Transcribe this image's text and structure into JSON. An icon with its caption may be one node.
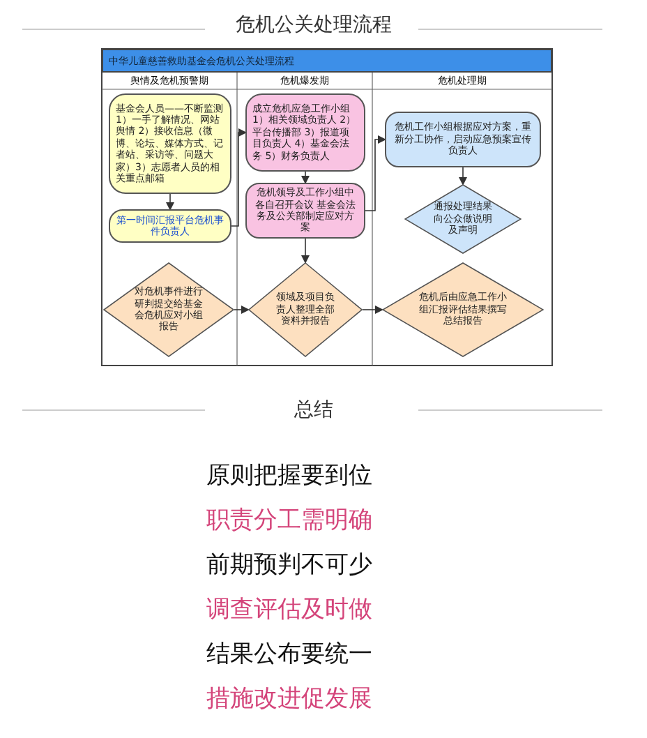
{
  "diagram": {
    "title": "危机公关处理流程",
    "nodes": [
      {
        "text": [
          "基金会人员——不断监测 1）一手了解情况、网站舆情 2）接收信息（微博、论坛、媒体方式、记者站、采访等、问题大家）3）志愿者人员的相关重点邮箱"
        ]
      },
      {
        "text": [
          "第一时间汇报平台危机事件负责人"
        ]
      },
      {
        "text": [
          "成立危机应急工作小组 1）相关领域负责人 2）平台传播部 3）报道项目负责人 4）基金会法务 5）财务负责人"
        ]
      },
      {
        "text": [
          "危机领导及工作小组中各自召开会议 基金会法务及公关部制定应对方案"
        ]
      },
      {
        "text": [
          "对危机事件进行研判提交给基金会危机应对小组报告"
        ]
      },
      {
        "text": [
          "领域及项目负责人整理全部资料并报告"
        ]
      },
      {
        "text": [
          "危机工作小组根据应对方案，重新分工协作，启动应急预案宣传负责人"
        ]
      },
      {
        "text": [
          "通报处理结果向公众做说明及声明"
        ]
      },
      {
        "text": [
          "危机后由应急工作小组汇报评估结果撰写总结报告"
        ]
      }
    ],
    "edges": [
      {
        "from": 0,
        "to": 1,
        "arrow": "to"
      },
      {
        "from": 1,
        "to": 2,
        "arrow": "to"
      },
      {
        "from": 2,
        "to": 3,
        "arrow": "to"
      },
      {
        "from": 3,
        "to": 6,
        "arrow": "to"
      },
      {
        "from": 6,
        "to": 7,
        "arrow": "to"
      },
      {
        "from": 3,
        "to": 5,
        "arrow": "to"
      },
      {
        "from": 4,
        "to": 5,
        "arrow": "to"
      },
      {
        "from": 5,
        "to": 8,
        "arrow": "to"
      }
    ],
    "labels": [
      "中华儿童慈善救助基金会危机公关处理流程",
      "舆情及危机预警期",
      "危机爆发期",
      "危机处理期",
      "总结",
      "原则把握要到位",
      "职责分工需明确",
      "前期预判不可少",
      "调查评估及时做",
      "结果公布要统一",
      "措施改进促发展"
    ]
  }
}
